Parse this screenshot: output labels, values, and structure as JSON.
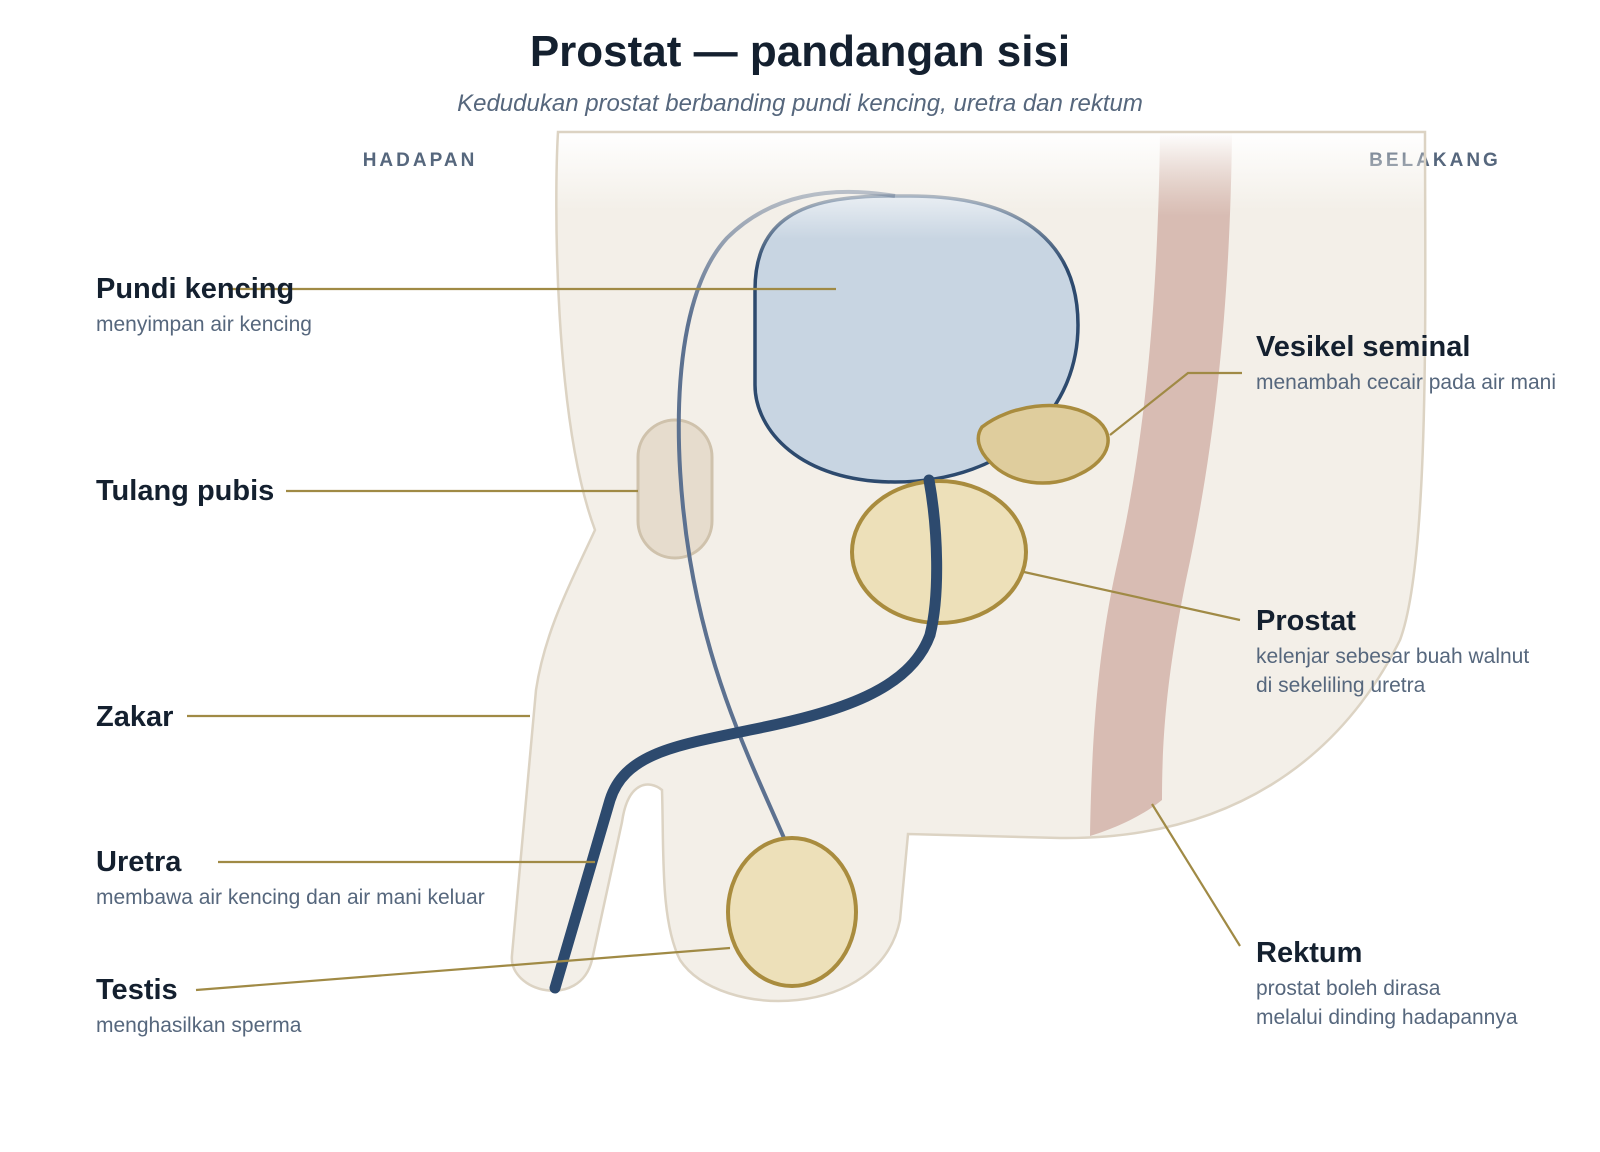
{
  "title": "Prostat — pandangan sisi",
  "subtitle": "Kedudukan prostat berbanding pundi kencing, uretra dan rektum",
  "orientation": {
    "front": "HADAPAN",
    "back": "BELAKANG"
  },
  "labels": {
    "bladder": {
      "name": "Pundi kencing",
      "desc": "menyimpan air kencing"
    },
    "pubic_bone": {
      "name": "Tulang pubis"
    },
    "penis": {
      "name": "Zakar"
    },
    "urethra": {
      "name": "Uretra",
      "desc": "membawa air kencing dan air mani keluar"
    },
    "testis": {
      "name": "Testis",
      "desc": "menghasilkan sperma"
    },
    "seminal_vesicle": {
      "name": "Vesikel seminal",
      "desc": "menambah cecair pada air mani"
    },
    "prostate": {
      "name": "Prostat",
      "desc_1": "kelenjar sebesar buah walnut",
      "desc_2": "di sekeliling uretra"
    },
    "rectum": {
      "name": "Rektum",
      "desc_1": "prostat boleh dirasa",
      "desc_2": "melalui dinding hadapannya"
    }
  },
  "colors": {
    "body": "#f3efe8",
    "body_outline": "#dcd3c3",
    "bladder_fill": "#c8d5e2",
    "bladder_stroke": "#2d4a6e",
    "gland_fill": "#ede0b9",
    "gland_stroke": "#a98c3e",
    "vesicle_fill": "#dfcd9d",
    "pubic_fill": "#e6dccd",
    "rectum": "#d8bcb3",
    "urethra": "#2d4a6e",
    "vas_deferens": "#5c7190",
    "leader": "#a08a45"
  }
}
